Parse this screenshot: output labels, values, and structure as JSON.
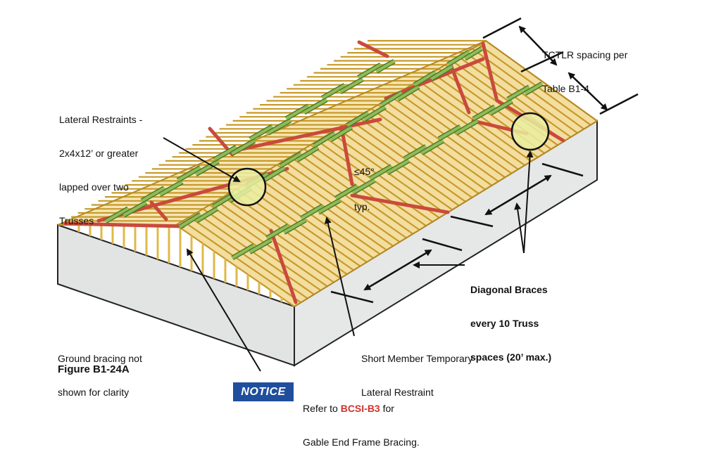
{
  "labels": {
    "tctlr_line1": "TCTLR spacing per",
    "tctlr_line2": "Table B1-4",
    "lateral_line1": "Lateral Restraints -",
    "lateral_line2": "2x4x12’ or greater",
    "lateral_line3": "lapped over two",
    "lateral_line4": "Trusses",
    "angle_line1": "≤45°",
    "angle_line2": "typ.",
    "diag_line1": "Diagonal Braces",
    "diag_line2": "every 10 Truss",
    "diag_line3": "spaces (20’ max.)",
    "short_line1": "Short Member Temporary",
    "short_line2": "Lateral Restraint",
    "ground_line1": "Ground bracing not",
    "ground_line2": "shown for clarity",
    "figure_title": "Figure B1-24A",
    "notice_badge": "NOTICE",
    "notice_text1_pre": "Refer to ",
    "notice_text1_ref": "BCSI-B3",
    "notice_text1_post": " for",
    "notice_text2": "Gable End Frame Bracing."
  },
  "colors": {
    "truss": "#e0b84a",
    "wall": "#e2e3e3",
    "restraint": "#7ea54a",
    "brace": "#d15b4f",
    "highlight": "#e9efa0",
    "notice": "#1f4e9c",
    "reference": "#d0312d"
  }
}
